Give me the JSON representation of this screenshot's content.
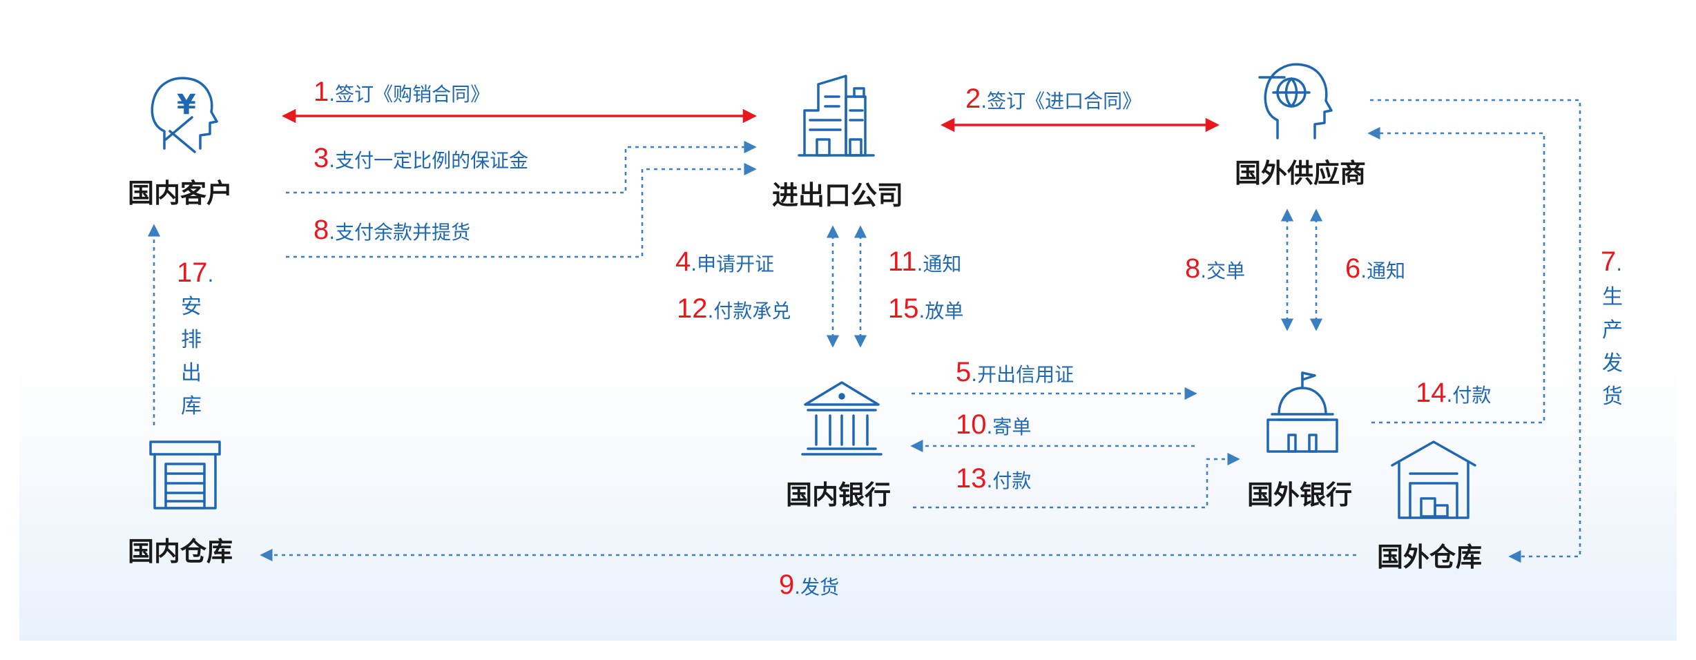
{
  "nodes": {
    "domestic_customer": "国内客户",
    "import_export_company": "进出口公司",
    "foreign_supplier": "国外供应商",
    "domestic_bank": "国内银行",
    "foreign_bank": "国外银行",
    "domestic_warehouse": "国内仓库",
    "foreign_warehouse": "国外仓库"
  },
  "steps": {
    "s1": {
      "num": "1",
      "text": ".签订《购销合同》"
    },
    "s2": {
      "num": "2",
      "text": ".签订《进口合同》"
    },
    "s3": {
      "num": "3",
      "text": ".支付一定比例的保证金"
    },
    "s4": {
      "num": "4",
      "text": ".申请开证"
    },
    "s5": {
      "num": "5",
      "text": ".开出信用证"
    },
    "s6": {
      "num": "6",
      "text": ".通知"
    },
    "s7": {
      "num": "7",
      "text": ".",
      "vertical": [
        "生",
        "产",
        "发",
        "货"
      ]
    },
    "s8a": {
      "num": "8",
      "text": ".支付余款并提货"
    },
    "s8b": {
      "num": "8",
      "text": ".交单"
    },
    "s9": {
      "num": "9",
      "text": ".发货"
    },
    "s10": {
      "num": "10",
      "text": ".寄单"
    },
    "s11": {
      "num": "11",
      "text": ".通知"
    },
    "s12": {
      "num": "12",
      "text": ".付款承兑"
    },
    "s13": {
      "num": "13",
      "text": ".付款"
    },
    "s14": {
      "num": "14",
      "text": ".付款"
    },
    "s15": {
      "num": "15",
      "text": ".放单"
    },
    "s17": {
      "num": "17",
      "text": ".",
      "vertical": [
        "安",
        "排",
        "出",
        "库"
      ]
    }
  },
  "icons": {
    "domestic_customer": "yuan-head-icon",
    "import_export_company": "office-building-icon",
    "foreign_supplier": "globe-head-icon",
    "domestic_bank": "bank-icon",
    "foreign_bank": "domed-bank-icon",
    "domestic_warehouse": "warehouse-shutter-icon",
    "foreign_warehouse": "warehouse-boxes-icon"
  },
  "colors": {
    "primary_blue": "#1f67b0",
    "dashed_blue": "#3a7fc2",
    "step_red": "#e8181f",
    "label_black": "#1a1a1a"
  }
}
